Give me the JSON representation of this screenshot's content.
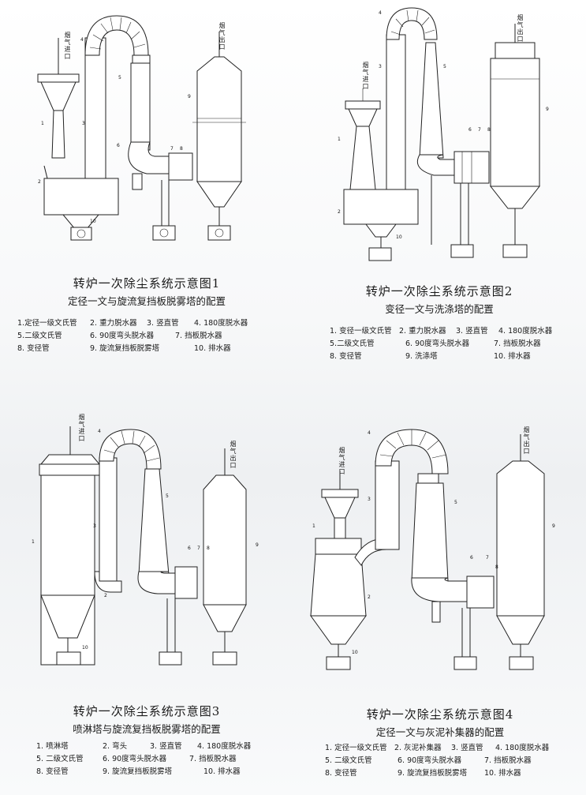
{
  "panels": [
    {
      "title": "转炉一次除尘系统示意图1",
      "subtitle": "定径一文与旋流复挡板脱雾塔的配置",
      "inlet_label": "烟气进口",
      "outlet_label": "烟气出口",
      "legend": [
        [
          "1.定径一级文氏管",
          "2. 重力脱水器",
          "3. 竖直管",
          "4. 180度脱水器"
        ],
        [
          "5.二级文氏管",
          "6. 90度弯头脱水器",
          "7. 挡板脱水器",
          ""
        ],
        [
          "8. 变径管",
          "9. 旋流复挡板脱雾塔",
          "10. 排水器",
          ""
        ]
      ]
    },
    {
      "title": "转炉一次除尘系统示意图2",
      "subtitle": "变径一文与洗涤塔的配置",
      "inlet_label": "烟气进口",
      "outlet_label": "烟气出口",
      "legend": [
        [
          "1. 变径一级文氏管",
          "2. 重力脱水器",
          "3. 竖直管",
          "4. 180度脱水器"
        ],
        [
          "5.二级文氏管",
          "6. 90度弯头脱水器",
          "7. 挡板脱水器",
          ""
        ],
        [
          "8. 变径管",
          "9. 洗涤塔",
          "10. 排水器",
          ""
        ]
      ]
    },
    {
      "title": "转炉一次除尘系统示意图3",
      "subtitle": "喷淋塔与旋流复挡板脱雾塔的配置",
      "inlet_label": "烟气进口",
      "outlet_label": "烟气出口",
      "legend": [
        [
          "1. 喷淋塔",
          "2. 弯头",
          "3. 竖直管",
          "4. 180度脱水器"
        ],
        [
          "5. 二级文氏管",
          "6. 90度弯头脱水器",
          "7. 挡板脱水器",
          ""
        ],
        [
          "8. 变径管",
          "9. 旋流复挡板脱雾塔",
          "10. 排水器",
          ""
        ]
      ]
    },
    {
      "title": "转炉一次除尘系统示意图4",
      "subtitle": "定径一文与灰泥补集器的配置",
      "inlet_label": "烟气进口",
      "outlet_label": "烟气出口",
      "legend": [
        [
          "1. 定径一级文氏管",
          "2. 灰泥补集器",
          "3. 竖直管",
          "4. 180度脱水器"
        ],
        [
          "5. 二级文氏管",
          "6. 90度弯头脱水器",
          "7. 挡板脱水器",
          ""
        ],
        [
          "8. 变径管",
          "9. 旋流复挡板脱雾塔",
          "10. 排水器",
          ""
        ]
      ]
    }
  ],
  "part_numbers": [
    "1",
    "2",
    "3",
    "4",
    "5",
    "6",
    "7",
    "8",
    "9",
    "10"
  ]
}
